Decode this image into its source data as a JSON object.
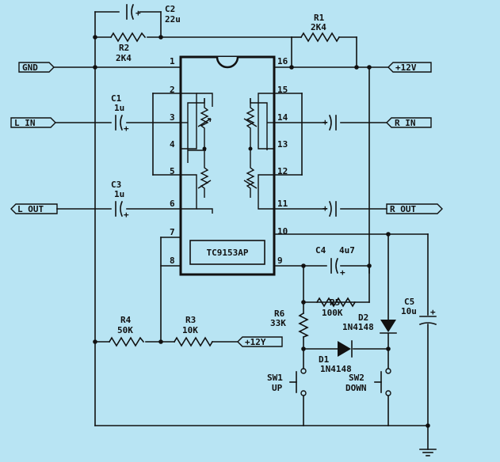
{
  "ic": {
    "name": "TC9153AP",
    "pins": [
      "1",
      "2",
      "3",
      "4",
      "5",
      "6",
      "7",
      "8",
      "9",
      "10",
      "11",
      "12",
      "13",
      "14",
      "15",
      "16"
    ]
  },
  "ports": {
    "gnd": "GND",
    "l_in": "L IN",
    "l_out": "L OUT",
    "r_in": "R IN",
    "r_out": "R OUT",
    "v_top": "+12V",
    "v_bottom": "+12Y"
  },
  "components": {
    "c1": {
      "ref": "C1",
      "value": "1u"
    },
    "c2": {
      "ref": "C2",
      "value": "22u"
    },
    "c3": {
      "ref": "C3",
      "value": "1u"
    },
    "c4": {
      "ref": "C4",
      "value": "4u7"
    },
    "c5": {
      "ref": "C5",
      "value": "10u"
    },
    "r1": {
      "ref": "R1",
      "value": "2K4"
    },
    "r2": {
      "ref": "R2",
      "value": "2K4"
    },
    "r3": {
      "ref": "R3",
      "value": "10K"
    },
    "r4": {
      "ref": "R4",
      "value": "50K"
    },
    "r5": {
      "ref": "R5",
      "value": "100K"
    },
    "r6": {
      "ref": "R6",
      "value": "33K"
    },
    "d1": {
      "ref": "D1",
      "value": "1N4148"
    },
    "d2": {
      "ref": "D2",
      "value": "1N4148"
    },
    "sw1": {
      "ref": "SW1",
      "value": "UP"
    },
    "sw2": {
      "ref": "SW2",
      "value": "DOWN"
    }
  },
  "colors": {
    "background": "#b8e4f3",
    "ink": "#111111"
  }
}
